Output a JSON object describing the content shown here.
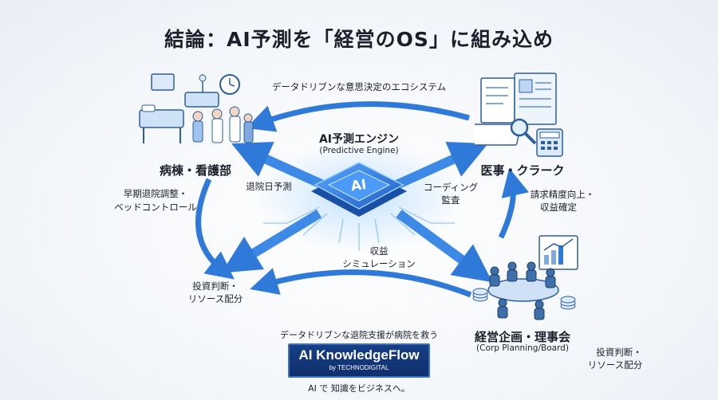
{
  "title": "結論：AI予測を「経営のOS」に組み込め",
  "cycle_label": "データドリブンな意思決定のエコシステム",
  "engine": {
    "chip_text": "AI",
    "label": "AI予測エンジン",
    "sublabel": "(Predictive Engine)"
  },
  "nodes": {
    "ward": {
      "label": "病棟・看護部",
      "note_line1": "早期退院調整・",
      "note_line2": "ベッドコントロール"
    },
    "clerk": {
      "label": "医事・クラーク",
      "note_line1": "請求精度向上・",
      "note_line2": "収益確定"
    },
    "mgmt": {
      "label": "経営企画・理事会",
      "sublabel": "(Corp Planning/Board)",
      "note_line1": "投資判断・",
      "note_line2": "リソース配分"
    }
  },
  "arrows": {
    "to_ward": "退院日予測",
    "to_clerk_line1": "コーディング",
    "to_clerk_line2": "監査",
    "to_mgmt_line1": "収益",
    "to_mgmt_line2": "シミュレーション",
    "left_bottom_line1": "投資判断・",
    "left_bottom_line2": "リソース配分"
  },
  "footer": {
    "tagline": "データドリブンな退院支援が病院を救う",
    "logo_main": "AI KnowledgeFlow",
    "logo_sub": "by TECHNODIGITAL",
    "slogan": "AI で 知識をビジネスへ。"
  },
  "colors": {
    "arrow": "#2f7ad8",
    "arrow_dark": "#1f5fb8",
    "chip": "#2a78e0",
    "logo_bg": "#163f86"
  }
}
